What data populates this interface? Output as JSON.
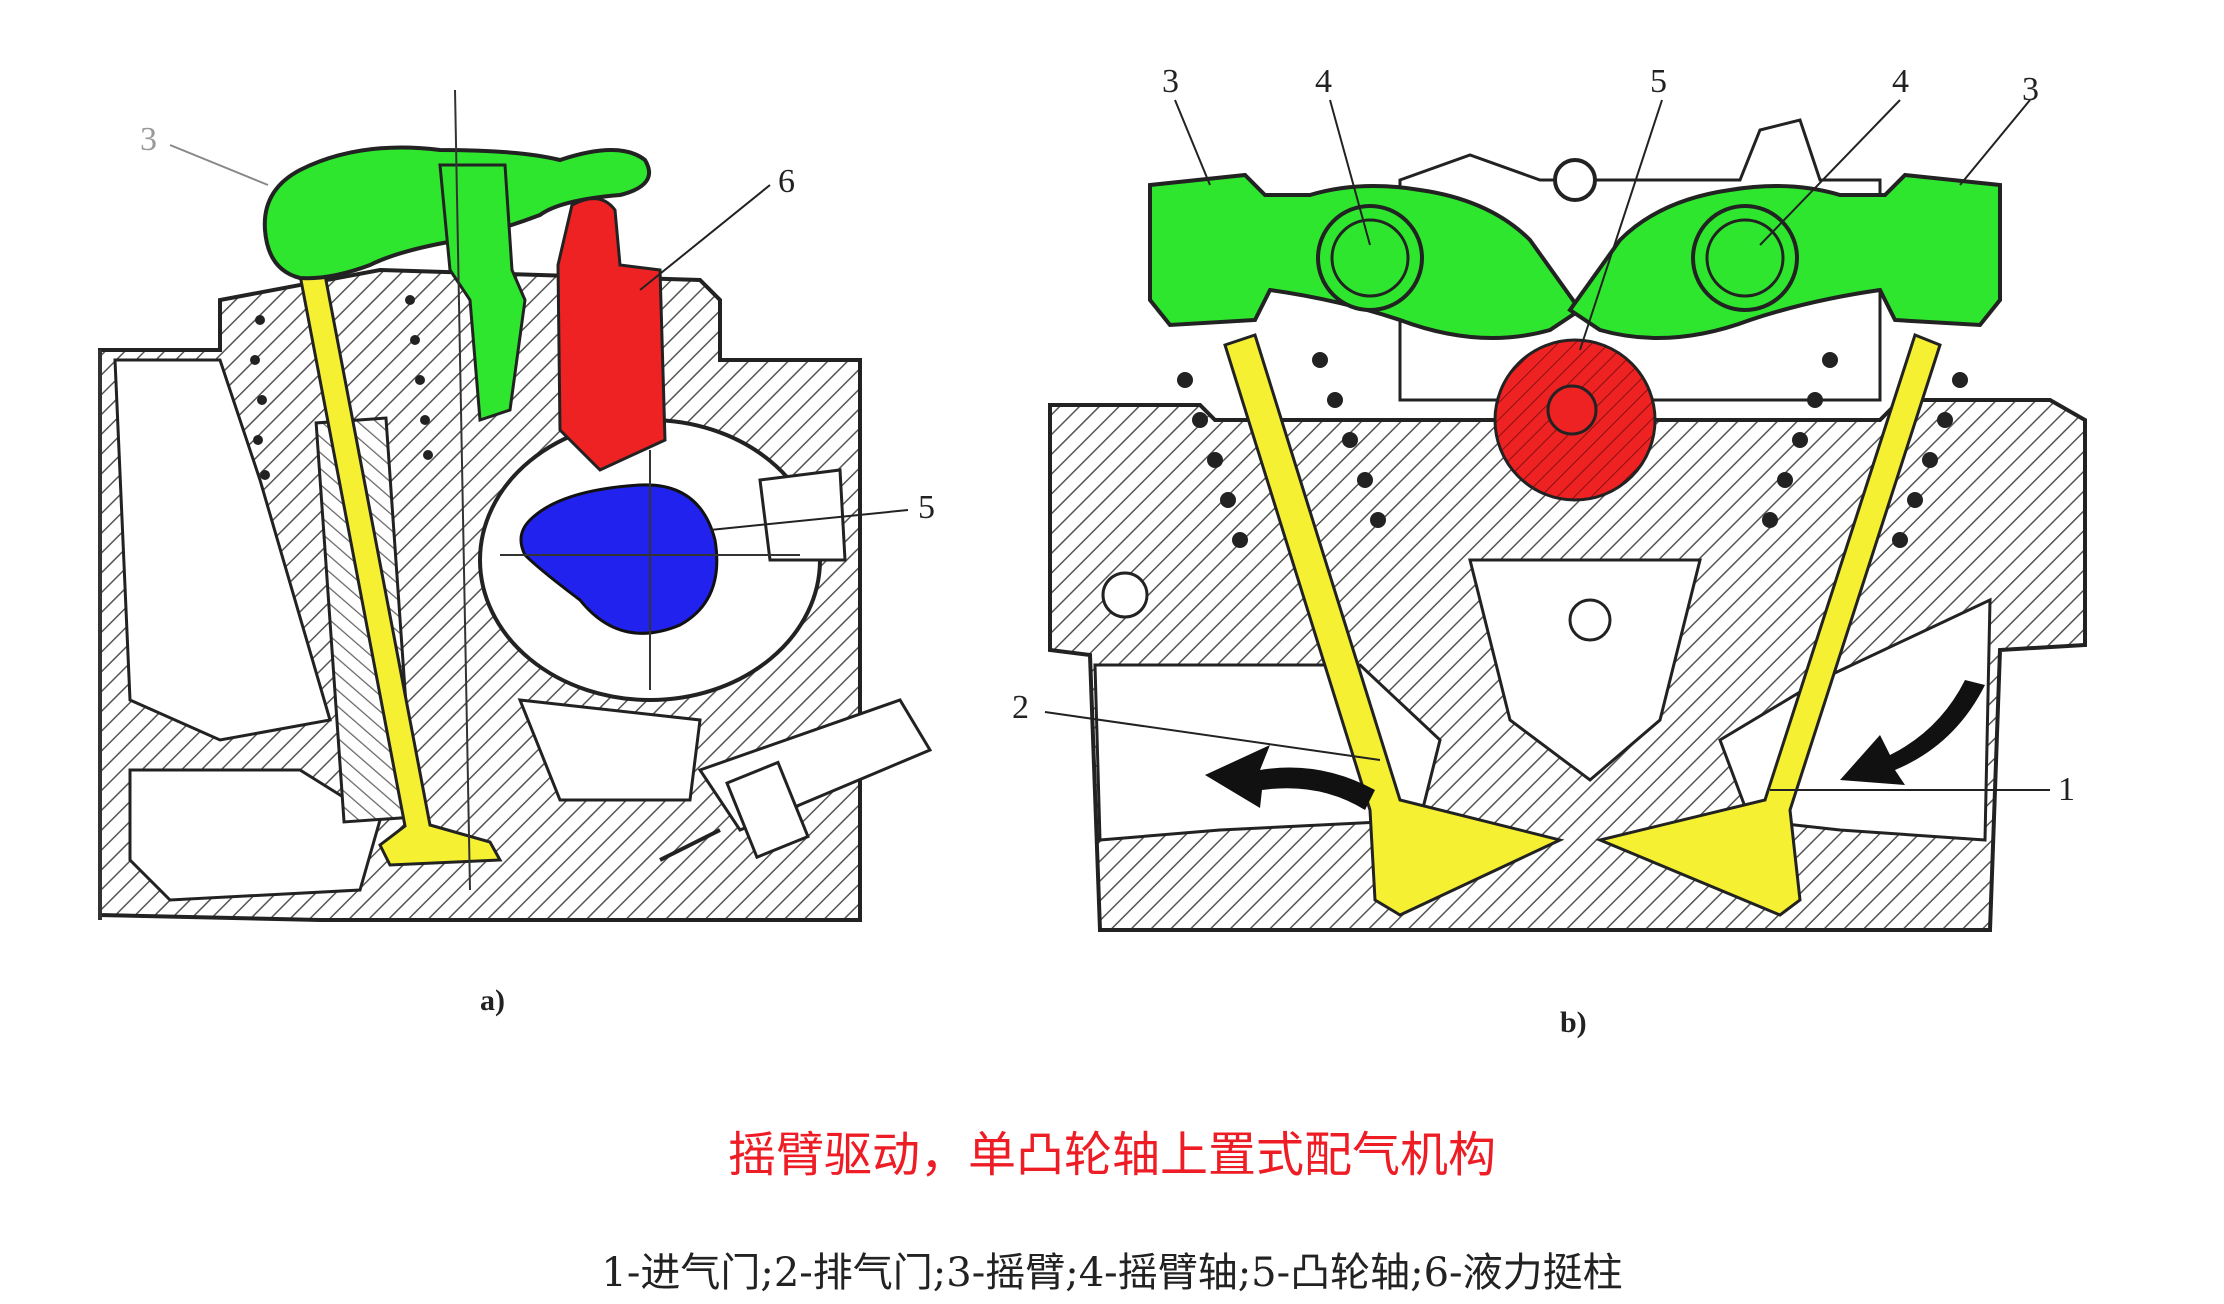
{
  "diagram_a": {
    "sublabel": "a)",
    "callouts": {
      "rocker": "3",
      "lifter": "6",
      "cam": "5"
    }
  },
  "diagram_b": {
    "sublabel": "b)",
    "callouts": {
      "rocker_left": "3",
      "shaft_left": "4",
      "cam": "5",
      "shaft_right": "4",
      "rocker_right": "3",
      "exhaust": "2",
      "intake": "1"
    }
  },
  "caption": {
    "title": "摇臂驱动，单凸轮轴上置式配气机构",
    "legend": "1-进气门;2-排气门;3-摇臂;4-摇臂轴;5-凸轮轴;6-液力挺柱"
  },
  "colors": {
    "rocker": "#2ee62e",
    "valve": "#f5f032",
    "lifter": "#ee2222",
    "cam_a": "#2222ee",
    "cam_b": "#ee2222",
    "title": "#ee1c24"
  }
}
